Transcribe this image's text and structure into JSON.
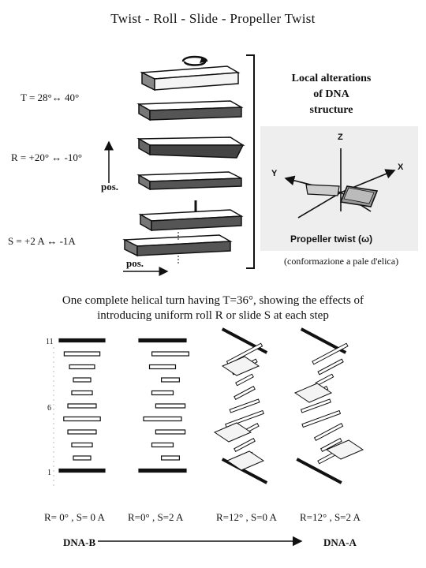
{
  "title": "Twist  -  Roll  -  Slide  -  Propeller Twist",
  "labels": {
    "twist": "T = 28°↔ 40°",
    "roll": "R = +20° ↔  -10°",
    "slide": "S = +2 A ↔  -1A",
    "pos_roll": "pos.",
    "pos_slide": "pos."
  },
  "local_alterations": [
    "Local alterations",
    "of DNA",
    "structure"
  ],
  "propeller": {
    "axis_x": "X",
    "axis_y": "Y",
    "axis_z": "Z",
    "caption": "Propeller twist (ω)",
    "note": "(conformazione a pale d'elica)"
  },
  "helix_caption": [
    "One complete helical turn having T=36°, showing the effects of",
    "introducing uniform roll R or slide S at each step"
  ],
  "ladder_ticks": [
    "11",
    "6",
    "1"
  ],
  "columns": [
    {
      "label": "R= 0° , S= 0 A"
    },
    {
      "label": "R=0° , S=2 A"
    },
    {
      "label": "R=12° , S=0 A"
    },
    {
      "label": "R=12° , S=2 A"
    }
  ],
  "dna_b": "DNA-B",
  "dna_a": "DNA-A"
}
